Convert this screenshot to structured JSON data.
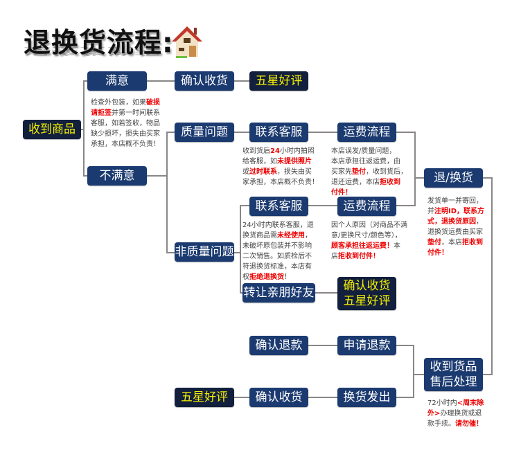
{
  "title": "退换货流程:",
  "title_icon": "house-icon",
  "colors": {
    "box_fill": "#1b3a70",
    "highlight_box_fill": "#121f3d",
    "highlight_text": "#f5f000",
    "connector": "#8a8686",
    "emphasis_text": "#ee0000",
    "note_text": "#444444"
  },
  "nodes": {
    "received_goods": "收到商品",
    "satisfied": "满意",
    "confirm_receipt_top": "确认收货",
    "five_star_top": "五星好评",
    "unsatisfied": "不满意",
    "quality_issue": "质量问题",
    "contact_cs_1": "联系客服",
    "shipping_process_1": "运费流程",
    "return_exchange": "退/换货",
    "contact_cs_2": "联系客服",
    "shipping_process_2": "运费流程",
    "non_quality_issue": "非质量问题",
    "transfer_friends": "转让亲朋好友",
    "confirm_five_star_line1": "确认收货",
    "confirm_five_star_line2": "五星好评",
    "confirm_refund": "确认退款",
    "apply_refund": "申请退款",
    "after_sales_line1": "收到货品",
    "after_sales_line2": "售后处理",
    "five_star_bottom": "五星好评",
    "confirm_receipt_bottom": "确认收货",
    "exchange_shipped": "换货发出"
  },
  "notes": {
    "inspect": [
      {
        "t": "检查外包装，如果",
        "red": false
      },
      {
        "t": "破损\n请拒签",
        "red": true
      },
      {
        "t": "并第一时间联系\n客服，如若签收，物品\n缺少损坏，损失由买家\n承担，本店概不负责！",
        "red": false
      }
    ],
    "quality_cs": [
      {
        "t": "收到货后",
        "red": false
      },
      {
        "t": "24",
        "red": true
      },
      {
        "t": "小时内拍照\n给客服，如",
        "red": false
      },
      {
        "t": "未提供照片",
        "red": true
      },
      {
        "t": "\n或",
        "red": false
      },
      {
        "t": "过时联系",
        "red": true
      },
      {
        "t": "，损失由买\n家承担，本店概不负责！",
        "red": false
      }
    ],
    "quality_shipping": [
      {
        "t": "本店误发/质量问题，\n本店承担往返运费，由\n买家先",
        "red": false
      },
      {
        "t": "垫付",
        "red": true
      },
      {
        "t": "，收到货后，\n退还运费，本店",
        "red": false
      },
      {
        "t": "拒收到\n付件！",
        "red": true
      }
    ],
    "return_exchange": [
      {
        "t": "发货单一并寄回，\n并",
        "red": false
      },
      {
        "t": "注明ID，联系方\n式，退换货原因",
        "red": true
      },
      {
        "t": "，\n退换货运费由买家\n",
        "red": false
      },
      {
        "t": "垫付",
        "red": true
      },
      {
        "t": "，本店",
        "red": false
      },
      {
        "t": "拒收到\n付件！",
        "red": true
      }
    ],
    "nonquality_cs": [
      {
        "t": "24小时内联系客服，退\n换货商品需",
        "red": false
      },
      {
        "t": "未经使用",
        "red": true
      },
      {
        "t": "，\n未破坏原包装并不影响\n二次销售。如质检后不\n符退换货标准，本店有\n权",
        "red": false
      },
      {
        "t": "拒绝退换货",
        "red": true
      },
      {
        "t": "！",
        "red": false
      }
    ],
    "nonquality_shipping": [
      {
        "t": "因个人原因（对商品不满\n意/更换尺寸/颜色等），\n",
        "red": false
      },
      {
        "t": "顾客承担往返运费！",
        "red": true
      },
      {
        "t": "本\n店",
        "red": false
      },
      {
        "t": "拒收到付件！",
        "red": true
      }
    ],
    "after_sales": [
      {
        "t": "72小时内",
        "red": false
      },
      {
        "t": "<周末除\n外>",
        "red": true
      },
      {
        "t": "办理换货或退\n款手续。",
        "red": false
      },
      {
        "t": "请勿催！",
        "red": true
      }
    ]
  }
}
